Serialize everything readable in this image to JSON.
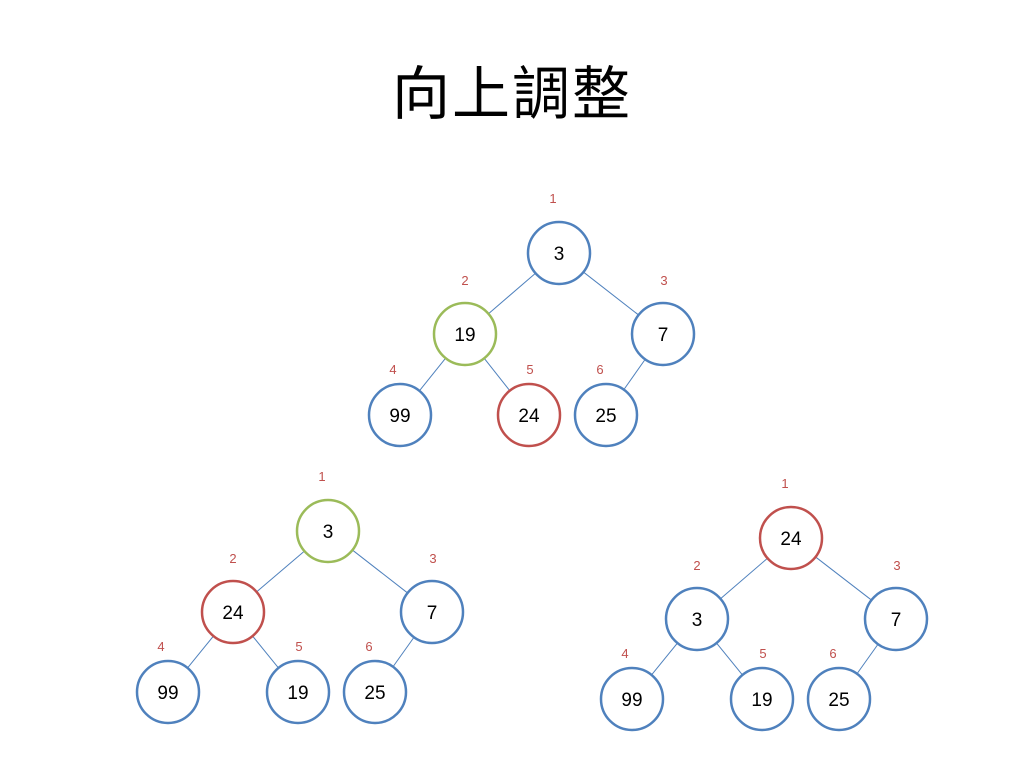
{
  "slide": {
    "title": "向上調整"
  },
  "colors": {
    "normal": "#4F81BD",
    "highlight_green": "#9BBB59",
    "highlight_red": "#C0504D",
    "edge": "#4F81BD",
    "index_label": "#C0504D"
  },
  "trees": [
    {
      "name": "tree-step-1",
      "nodes": [
        {
          "index": "1",
          "value": "3",
          "state": "normal"
        },
        {
          "index": "2",
          "value": "19",
          "state": "green"
        },
        {
          "index": "3",
          "value": "7",
          "state": "normal"
        },
        {
          "index": "4",
          "value": "99",
          "state": "normal"
        },
        {
          "index": "5",
          "value": "24",
          "state": "red"
        },
        {
          "index": "6",
          "value": "25",
          "state": "normal"
        }
      ]
    },
    {
      "name": "tree-step-2",
      "nodes": [
        {
          "index": "1",
          "value": "3",
          "state": "green"
        },
        {
          "index": "2",
          "value": "24",
          "state": "red"
        },
        {
          "index": "3",
          "value": "7",
          "state": "normal"
        },
        {
          "index": "4",
          "value": "99",
          "state": "normal"
        },
        {
          "index": "5",
          "value": "19",
          "state": "normal"
        },
        {
          "index": "6",
          "value": "25",
          "state": "normal"
        }
      ]
    },
    {
      "name": "tree-step-3",
      "nodes": [
        {
          "index": "1",
          "value": "24",
          "state": "red"
        },
        {
          "index": "2",
          "value": "3",
          "state": "normal"
        },
        {
          "index": "3",
          "value": "7",
          "state": "normal"
        },
        {
          "index": "4",
          "value": "99",
          "state": "normal"
        },
        {
          "index": "5",
          "value": "19",
          "state": "normal"
        },
        {
          "index": "6",
          "value": "25",
          "state": "normal"
        }
      ]
    }
  ]
}
